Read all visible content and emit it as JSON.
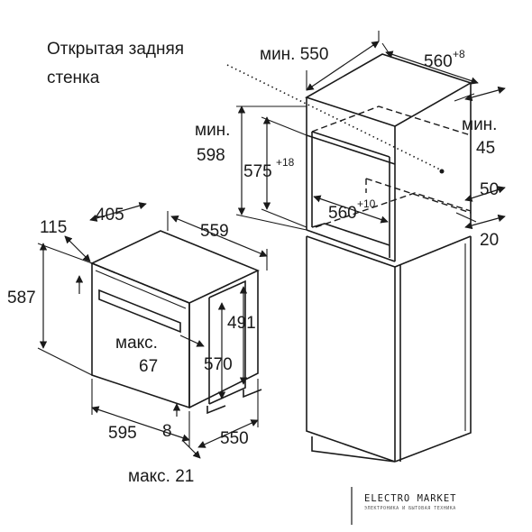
{
  "labels": {
    "rear_wall_line1": "Открытая задняя",
    "rear_wall_line2": "стенка",
    "min_550": "мин. 550",
    "w560": "560",
    "w560_sup": "+8",
    "min_label": "мин.",
    "v598": "598",
    "h575": "575",
    "h575_sup": "+18",
    "min45_a": "мин.",
    "min45_b": "45",
    "d50": "50",
    "d20": "20",
    "n560": "560",
    "n560_sup": "+10",
    "d115": "115",
    "d405": "405",
    "d559": "559",
    "d587": "587",
    "d491": "491",
    "max_label": "макс.",
    "d67": "67",
    "d570": "570",
    "d595": "595",
    "d8": "8",
    "d550": "550",
    "max21": "макс. 21"
  },
  "watermark": {
    "title": "ELECTRO MARKET",
    "subtitle": "ЭЛЕКТРОНИКА И БЫТОВАЯ ТЕХНИКА"
  }
}
